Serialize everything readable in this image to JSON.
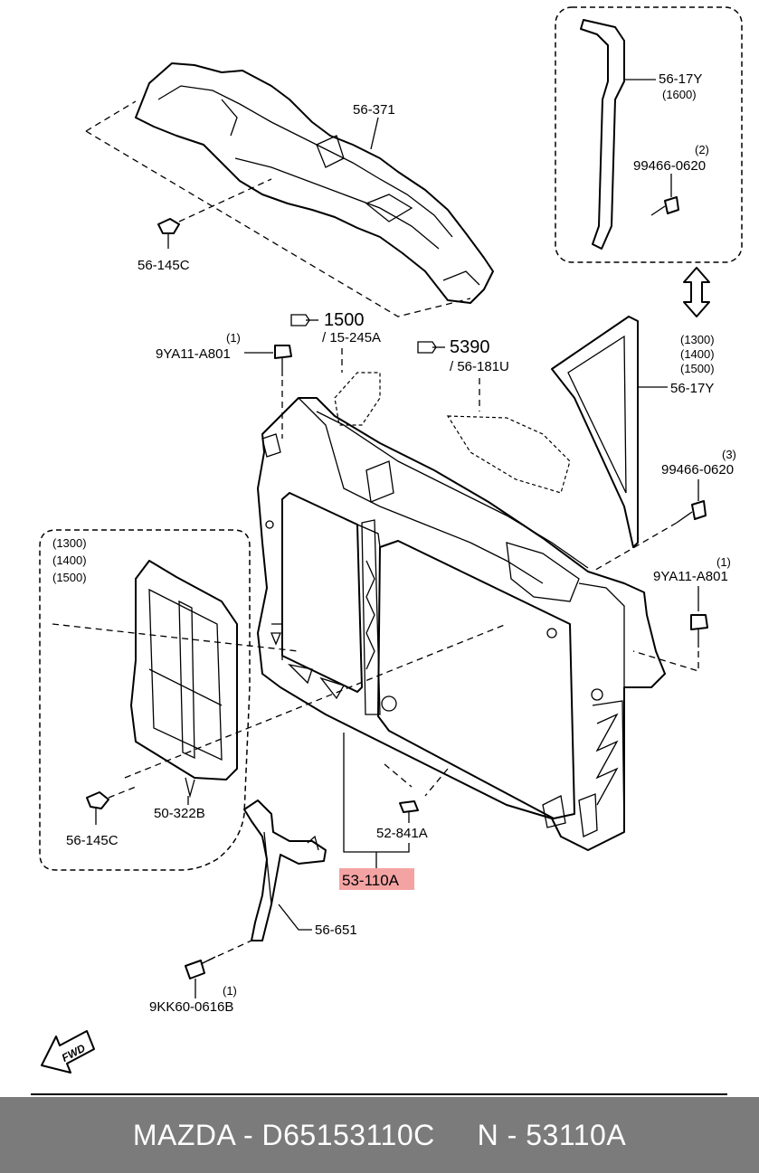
{
  "labels": {
    "p56_371": "56-371",
    "p56_145c_top": "56-145C",
    "p56_17y_top": "56-17Y",
    "p56_17y_top_qty": "(1600)",
    "p99466_top_n": "(2)",
    "p99466_top": "99466-0620",
    "ref1500": "1500",
    "ref1500_sub": "/ 15-245A",
    "ref5390": "5390",
    "ref5390_sub": "/ 56-181U",
    "p9ya_left_n": "(1)",
    "p9ya_left": "9YA11-A801",
    "p56_17y_mid_q1": "(1300)",
    "p56_17y_mid_q2": "(1400)",
    "p56_17y_mid_q3": "(1500)",
    "p56_17y_mid": "56-17Y",
    "p99466_mid_n": "(3)",
    "p99466_mid": "99466-0620",
    "p9ya_right_n": "(1)",
    "p9ya_right": "9YA11-A801",
    "box_q1": "(1300)",
    "box_q2": "(1400)",
    "box_q3": "(1500)",
    "p50_322b": "50-322B",
    "p56_145c_bottom": "56-145C",
    "p52_841a": "52-841A",
    "p53_110a": "53-110A",
    "p56_651": "56-651",
    "p9kk_n": "(1)",
    "p9kk": "9KK60-0616B",
    "fwd": "FWD"
  },
  "colors": {
    "highlight": "#f4a3a3",
    "footer_bg": "#7b7b7b",
    "footer_text": "#ffffff"
  },
  "footer": {
    "text": "MAZDA - D65153110C     N - 53110A"
  }
}
